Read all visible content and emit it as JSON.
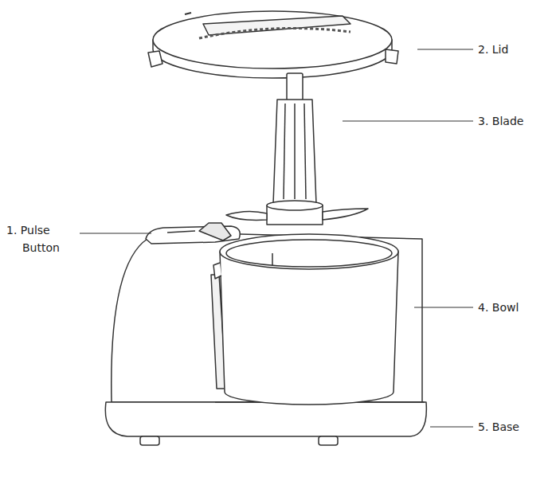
{
  "diagram": {
    "labels": [
      "1. Pulse Button",
      "2. Lid",
      "3. Blade",
      "4. Bowl",
      "5. Base"
    ]
  }
}
